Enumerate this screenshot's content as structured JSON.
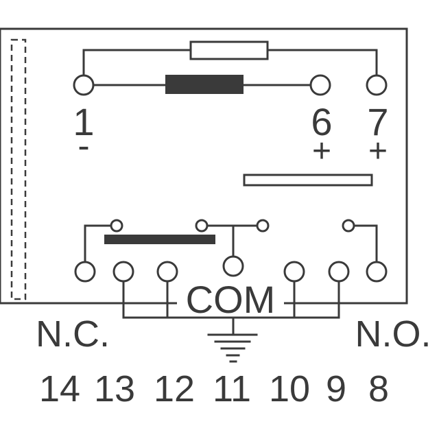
{
  "colors": {
    "ink": "#3a3a3a",
    "background": "#ffffff"
  },
  "pins": {
    "p1": "1",
    "p6": "6",
    "p7": "7",
    "p14": "14",
    "p13": "13",
    "p12": "12",
    "p11": "11",
    "p10": "10",
    "p9": "9",
    "p8": "8"
  },
  "polarity": {
    "minus": "-",
    "plus6": "+",
    "plus7": "+"
  },
  "labels": {
    "com": "COM",
    "nc": "N.C.",
    "no": "N.O."
  }
}
